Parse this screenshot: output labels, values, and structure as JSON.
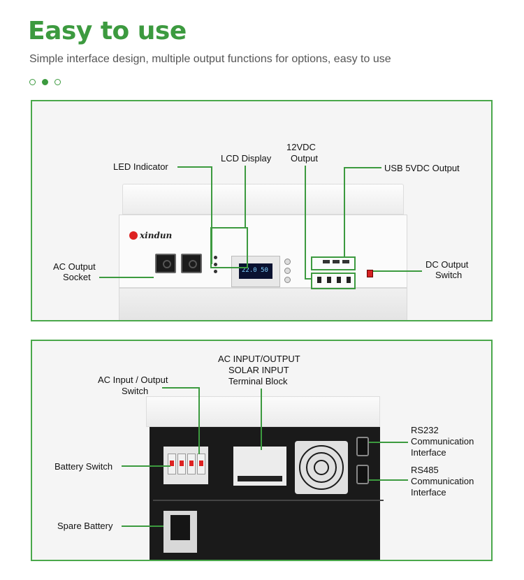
{
  "header": {
    "title": "Easy to use",
    "subtitle": "Simple interface design, multiple output functions for options, easy to use"
  },
  "carousel": {
    "count": 3,
    "active_index": 1
  },
  "front_panel": {
    "brand": "xindun",
    "lcd_reading": "22.0 50",
    "labels": {
      "led_indicator": "LED Indicator",
      "lcd_display": "LCD Display",
      "dc_12v_line1": "12VDC",
      "dc_12v_line2": "Output",
      "usb_output": "USB 5VDC Output",
      "ac_socket_line1": "AC Output",
      "ac_socket_line2": "Socket",
      "dc_switch_line1": "DC Output",
      "dc_switch_line2": "Switch"
    }
  },
  "back_panel": {
    "labels": {
      "terminal_line1": "AC INPUT/OUTPUT",
      "terminal_line2": "SOLAR INPUT",
      "terminal_line3": "Terminal Block",
      "ac_switch_line1": "AC Input / Output",
      "ac_switch_line2": "Switch",
      "battery_switch": "Battery Switch",
      "rs232_line1": "RS232",
      "rs232_line2": "Communication",
      "rs232_line3": "Interface",
      "rs485_line1": "RS485",
      "rs485_line2": "Communication",
      "rs485_line3": "Interface",
      "spare_battery": "Spare Battery"
    }
  },
  "colors": {
    "accent": "#3c9a3f",
    "panel_border": "#4aa84b",
    "lcd": "#0a1230"
  }
}
